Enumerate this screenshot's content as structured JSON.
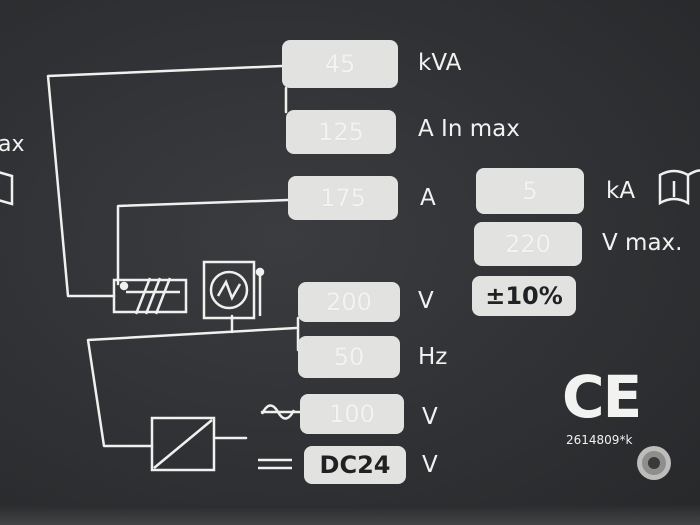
{
  "nameplate": {
    "power_value": "45",
    "power_unit": "kVA",
    "current_value": "125",
    "current_unit": "A In max",
    "weld_current_value": "175",
    "weld_current_unit": "A",
    "short_circuit_value": "5",
    "short_circuit_unit": "kA",
    "max_voltage_value": "220",
    "max_voltage_unit": "V max.",
    "tolerance": "±10%",
    "supply_voltage_value": "200",
    "supply_voltage_unit": "V",
    "frequency_value": "50",
    "frequency_unit": "Hz",
    "ac_voltage_value": "100",
    "ac_voltage_unit": "V",
    "dc_voltage_value": "DC24",
    "dc_voltage_unit": "V",
    "left_edge_text": "ax",
    "certification_mark": "CE",
    "certification_number": "2614809*k"
  },
  "colors": {
    "panel": "#2f3134",
    "field": "#e2e2e0",
    "print": "#f2f2f0"
  }
}
